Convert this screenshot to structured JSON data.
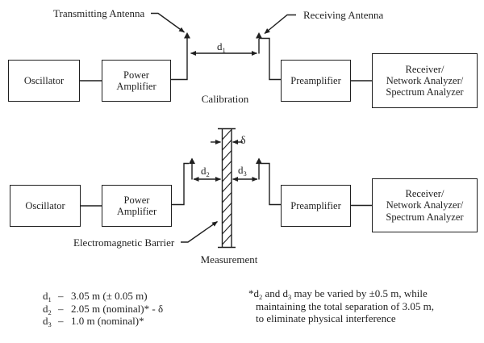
{
  "figure": {
    "background": "#ffffff",
    "ink": "#1f1f1f"
  },
  "boxes": {
    "oscillator": "Oscillator",
    "power_amplifier_line1": "Power",
    "power_amplifier_line2": "Amplifier",
    "preamplifier": "Preamplifier",
    "receiver_line1": "Receiver/",
    "receiver_line2": "Network Analyzer/",
    "receiver_line3": "Spectrum Analyzer"
  },
  "calibration": {
    "title": "Calibration",
    "transmitting_antenna_label": "Transmitting Antenna",
    "receiving_antenna_label": "Receiving Antenna",
    "d1": {
      "base": "d",
      "sub": "1"
    }
  },
  "measurement": {
    "title": "Measurement",
    "barrier_label": "Electromagnetic Barrier",
    "d2": {
      "base": "d",
      "sub": "2"
    },
    "d3": {
      "base": "d",
      "sub": "3"
    },
    "delta": "δ"
  },
  "legend": {
    "rows": {
      "r1": {
        "base": "d",
        "sub": "1",
        "eq": "–",
        "value": "3.05 m (± 0.05 m)"
      },
      "r2": {
        "base": "d",
        "sub": "2",
        "eq": "–",
        "value": "2.05 m (nominal)* - δ"
      },
      "r3": {
        "base": "d",
        "sub": "3",
        "eq": "–",
        "value": "1.0 m (nominal)*"
      }
    }
  },
  "note": {
    "line1_a": "*d",
    "line1_sub_a": "2",
    "line1_b": " and d",
    "line1_sub_b": "3",
    "line1_c": " may be varied by ±0.5 m, while",
    "line2": "maintaining the total separation of 3.05 m,",
    "line3": "to eliminate physical interference"
  }
}
